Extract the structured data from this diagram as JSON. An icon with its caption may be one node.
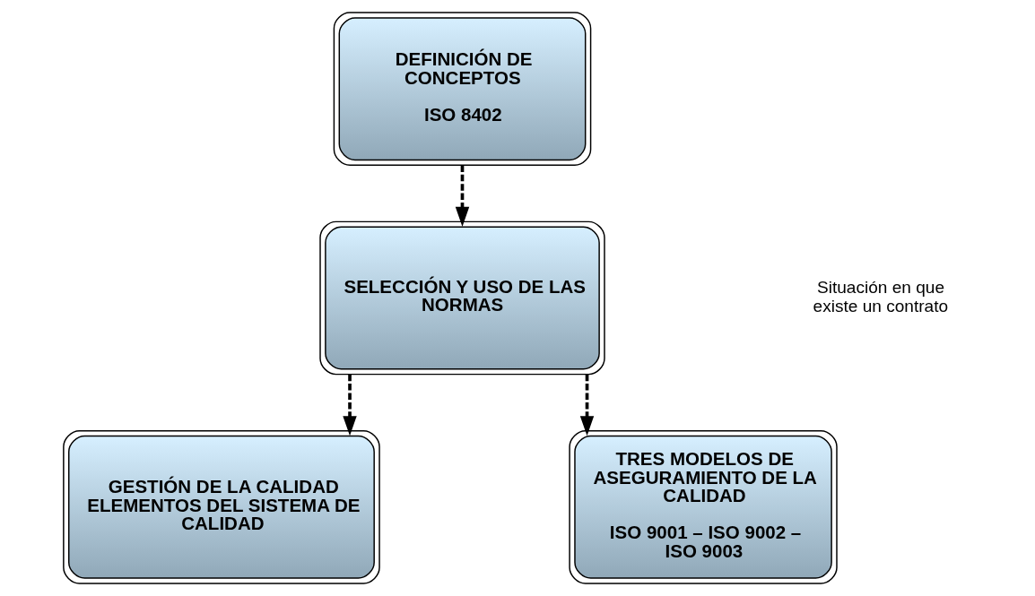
{
  "diagram": {
    "nodes": [
      {
        "text": [
          "DEFINICIÓN DE CONCEPTOS",
          "ISO 8402"
        ]
      },
      {
        "text": [
          "SELECCIÓN Y USO DE LAS NORMAS"
        ]
      },
      {
        "text": [
          "GESTIÓN DE LA CALIDAD ELEMENTOS DEL SISTEMA DE CALIDAD"
        ]
      },
      {
        "text": [
          "TRES MODELOS DE ASEGURAMIENTO DE LA CALIDAD",
          "ISO 9001 – ISO 9002 – ISO 9003"
        ]
      }
    ],
    "edges": [
      {
        "from": 0,
        "to": 1,
        "arrow": "to",
        "style": "dashed"
      },
      {
        "from": 1,
        "to": 2,
        "arrow": "to",
        "style": "dashed"
      },
      {
        "from": 1,
        "to": 3,
        "arrow": "to",
        "style": "dashed"
      }
    ],
    "labels": [
      "Situación en que existe un contrato"
    ]
  }
}
